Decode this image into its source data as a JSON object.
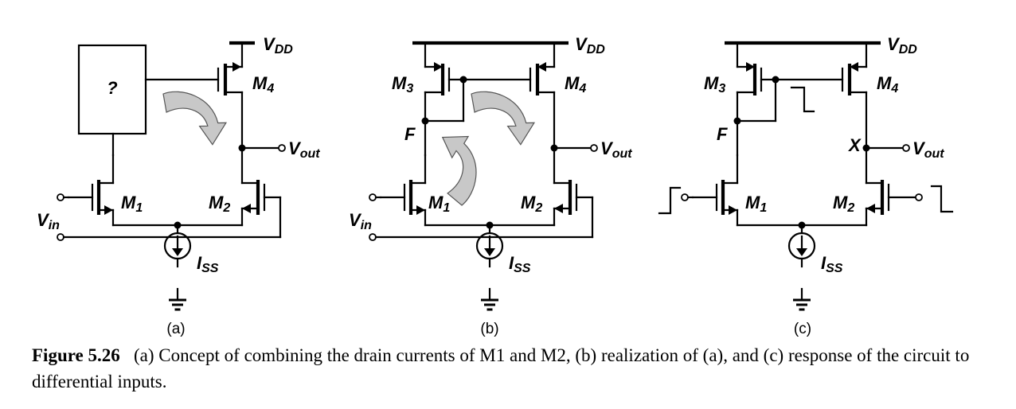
{
  "labels": {
    "vdd_main": "V",
    "vdd_sub": "DD",
    "vout_main": "V",
    "vout_sub": "out",
    "vin_main": "V",
    "vin_sub": "in",
    "iss_main": "I",
    "iss_sub": "SS",
    "m1_main": "M",
    "m1_sub": "1",
    "m2_main": "M",
    "m2_sub": "2",
    "m3_main": "M",
    "m3_sub": "3",
    "m4_main": "M",
    "m4_sub": "4",
    "node_f": "F",
    "node_x": "X",
    "unknown_box": "?"
  },
  "panels": {
    "a": "(a)",
    "b": "(b)",
    "c": "(c)"
  },
  "caption": {
    "figure_number": "Figure 5.26",
    "text": "(a) Concept of combining the drain currents of M1 and M2, (b) realization of (a), and (c) response of the circuit to differential inputs."
  }
}
